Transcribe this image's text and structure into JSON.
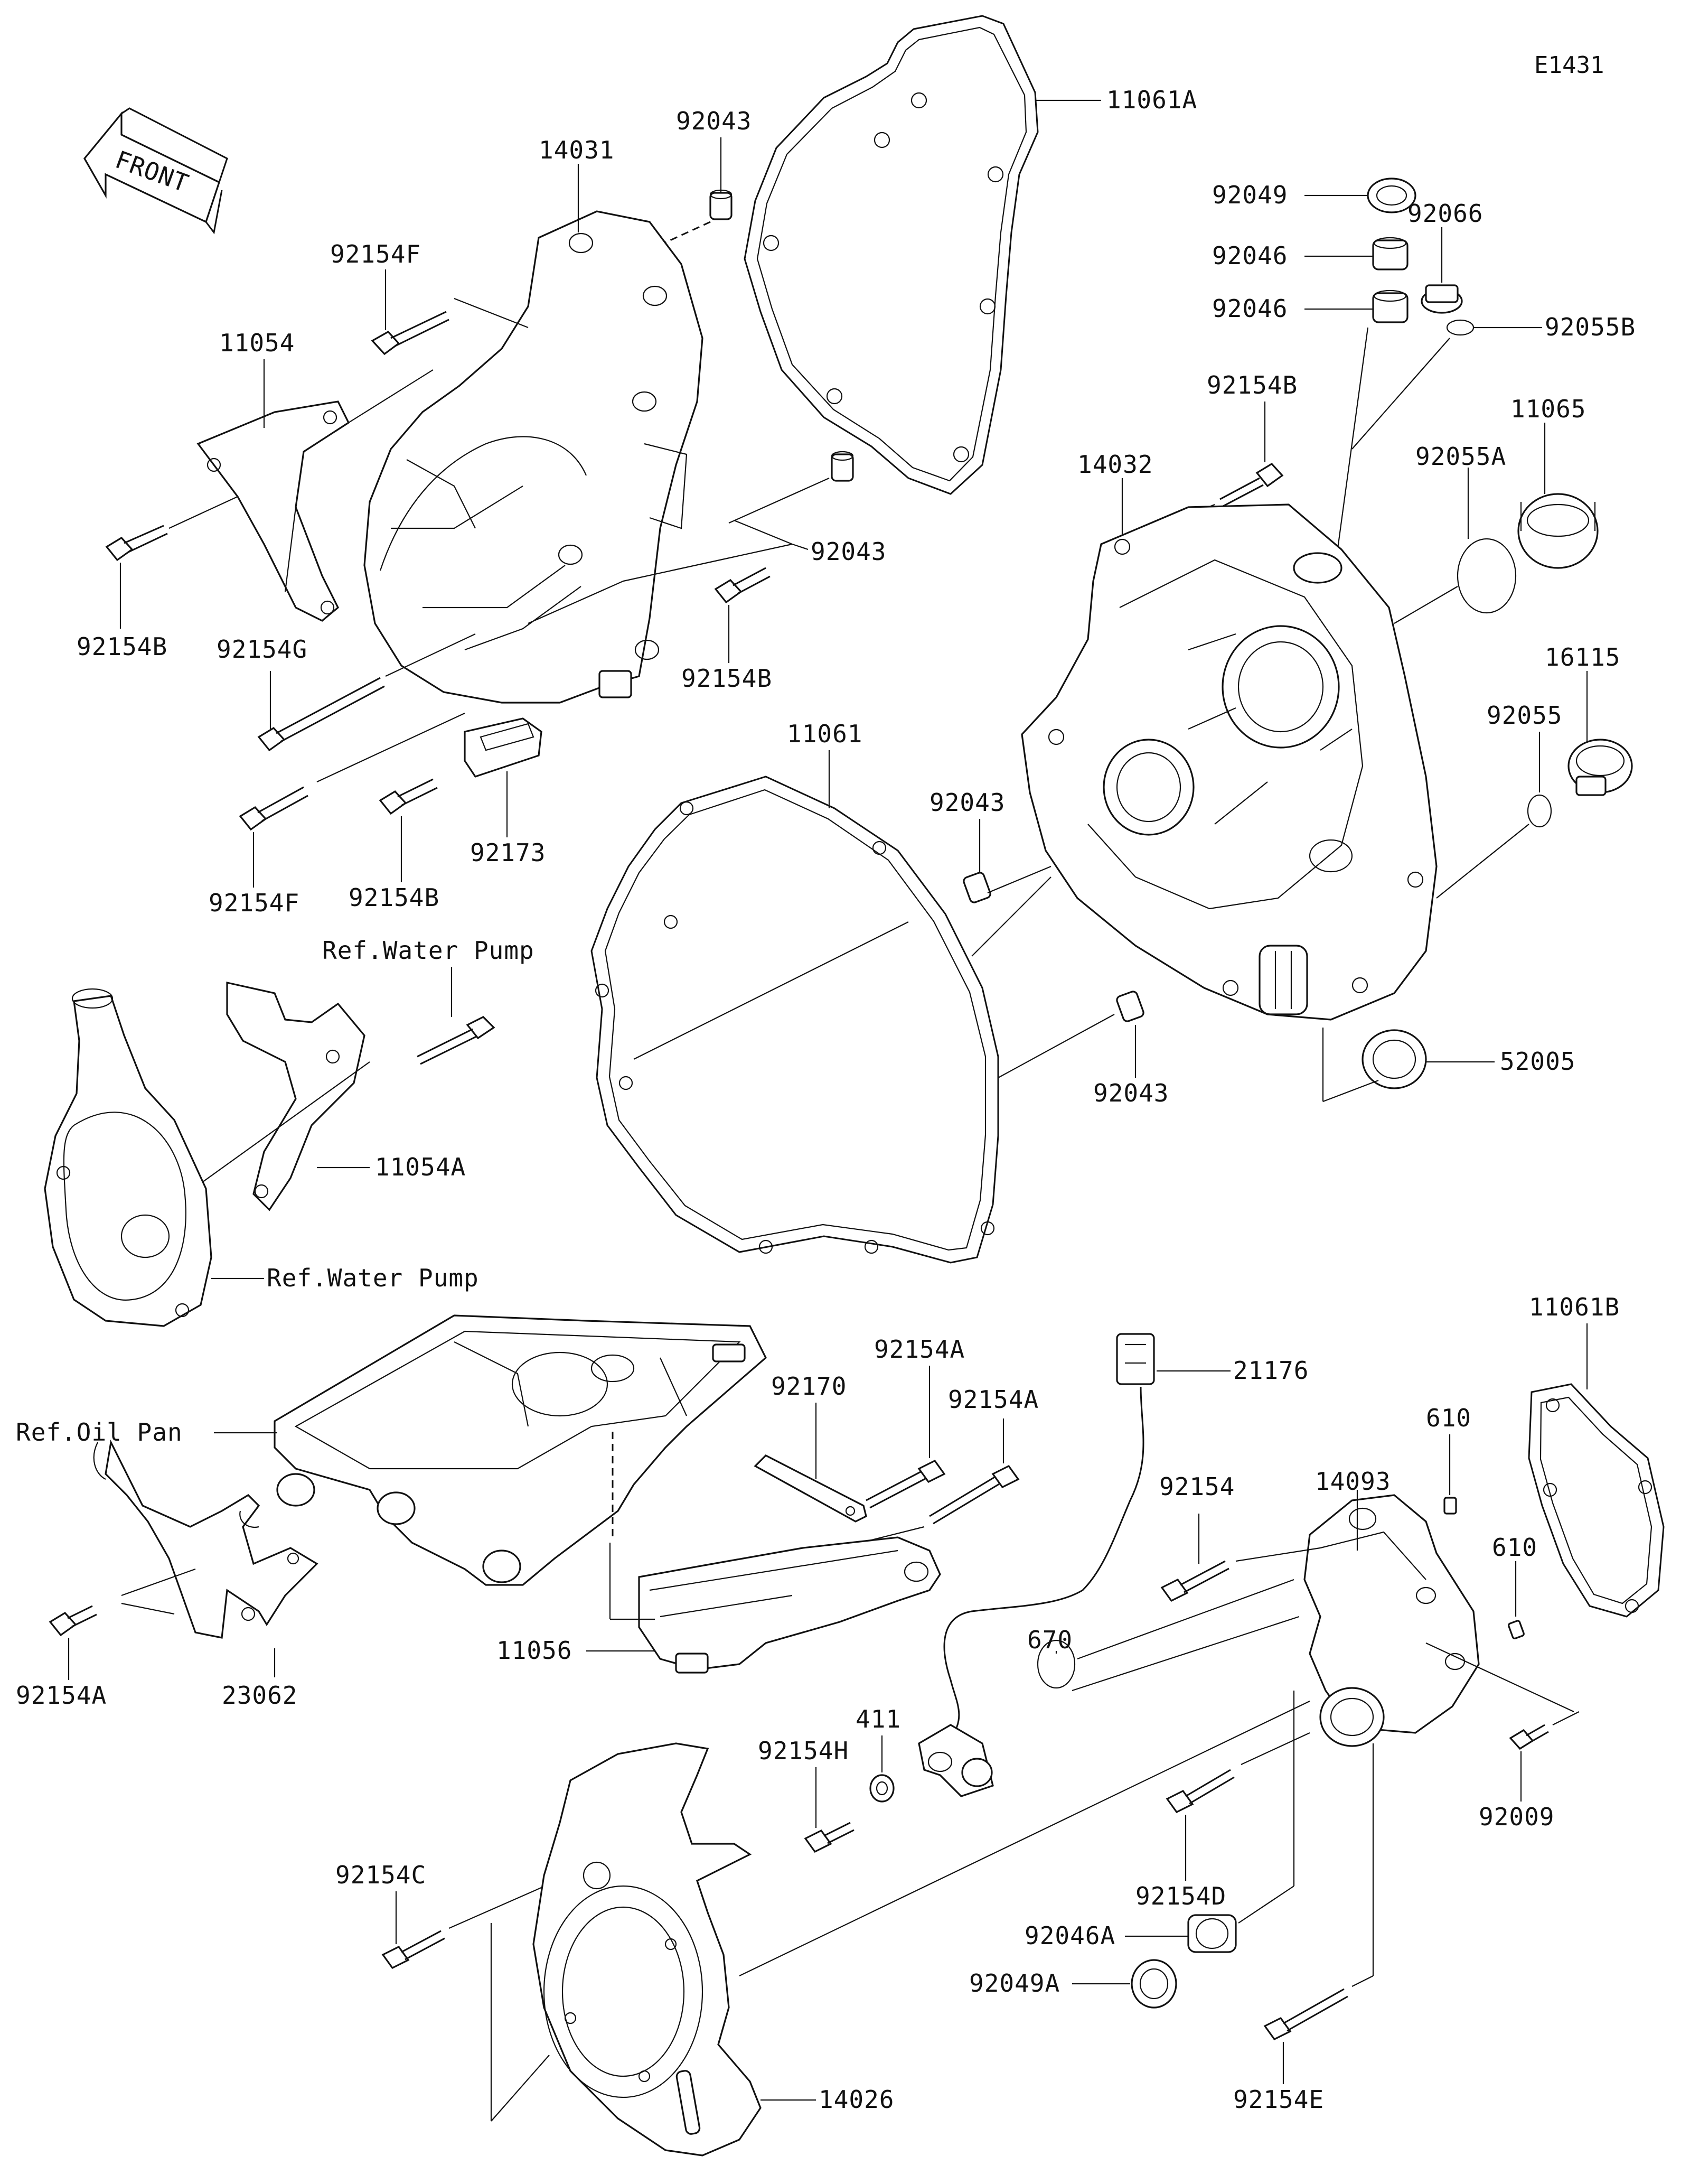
{
  "diagram_code": "E1431",
  "front_label": "FRONT",
  "labels": {
    "p11061A": "11061A",
    "p92043_top": "92043",
    "p14031": "14031",
    "p92154F_top": "92154F",
    "p11054": "11054",
    "p92154B_left": "92154B",
    "p92154G": "92154G",
    "p92154F_low": "92154F",
    "p92154B_mid": "92154B",
    "p92173": "92173",
    "p92043_mid": "92043",
    "p92154B_c": "92154B",
    "p92049": "92049",
    "p92046_a": "92046",
    "p92046_b": "92046",
    "p92066": "92066",
    "p92055B": "92055B",
    "p92154B_r": "92154B",
    "p11065": "11065",
    "p14032": "14032",
    "p92055A": "92055A",
    "p16115": "16115",
    "p92055": "92055",
    "p11061": "11061",
    "p92043_c": "92043",
    "p92043_d": "92043",
    "p52005": "52005",
    "ref_wp_top": "Ref.Water Pump",
    "p11054A": "11054A",
    "ref_wp_bottom": "Ref.Water Pump",
    "ref_oil_pan": "Ref.Oil Pan",
    "p92170": "92170",
    "p92154A_a": "92154A",
    "p92154A_b": "92154A",
    "p21176": "21176",
    "p11061B": "11061B",
    "p14093": "14093",
    "p610_a": "610",
    "p610_b": "610",
    "p92154": "92154",
    "p92154A_left": "92154A",
    "p23062": "23062",
    "p11056": "11056",
    "p670": "670",
    "p411": "411",
    "p92154H": "92154H",
    "p92154D": "92154D",
    "p92009": "92009",
    "p92154C": "92154C",
    "p92046A": "92046A",
    "p92049A": "92049A",
    "p92154E": "92154E",
    "p14026": "14026"
  }
}
